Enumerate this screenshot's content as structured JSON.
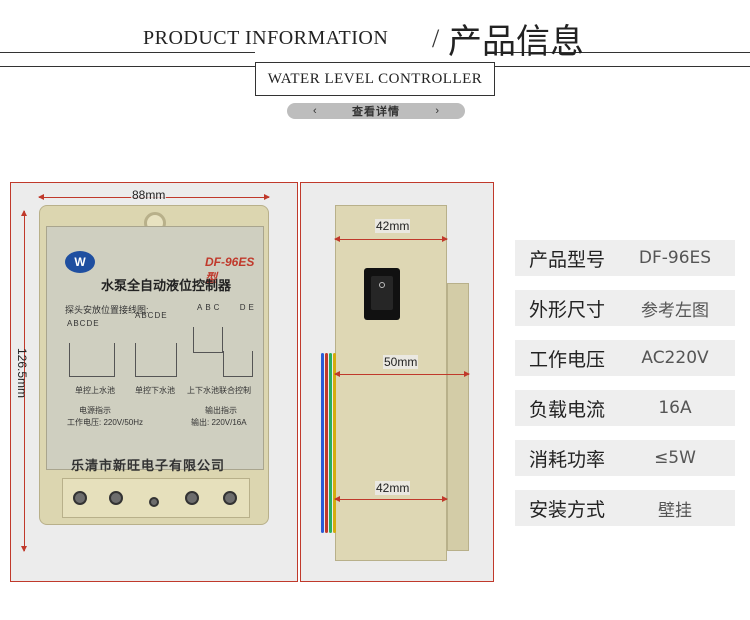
{
  "header": {
    "title_en": "PRODUCT INFORMATION",
    "slash": "/",
    "title_cn": "产品信息",
    "subtitle": "WATER LEVEL CONTROLLER",
    "details_prev": "‹",
    "details_label": "查看详情",
    "details_next": "›"
  },
  "photo_left": {
    "width_dim": "88mm",
    "height_dim": "126.5mm",
    "logo_text": "W",
    "model": "DF-96ES型",
    "name": "水泵全自动液位控制器",
    "wiring_note": "探头安放位置接线图:",
    "abcde": "ABCDE",
    "abc": "ABC",
    "de": "DE",
    "cap_1": "单控上水池",
    "cap_2": "单控下水池",
    "cap_3": "上下水池联合控制",
    "power_title": "电源指示",
    "power_spec": "工作电压: 220V/50Hz",
    "output_title": "输出指示",
    "output_spec": "输出: 220V/16A",
    "company": "乐清市新旺电子有限公司"
  },
  "photo_right": {
    "top_dim": "42mm",
    "mid_dim": "50mm",
    "bottom_dim": "42mm"
  },
  "specs": [
    {
      "key": "产品型号",
      "value": "DF-96ES"
    },
    {
      "key": "外形尺寸",
      "value": "参考左图"
    },
    {
      "key": "工作电压",
      "value": "AC220V"
    },
    {
      "key": "负载电流",
      "value": "16A"
    },
    {
      "key": "消耗功率",
      "value": "≤5W"
    },
    {
      "key": "安装方式",
      "value": "壁挂"
    }
  ],
  "colors": {
    "frame_border": "#c0392b",
    "spec_bg": "#eeeeee",
    "pill_bg": "#bdbdbd",
    "device_body": "#dcd6b0"
  }
}
